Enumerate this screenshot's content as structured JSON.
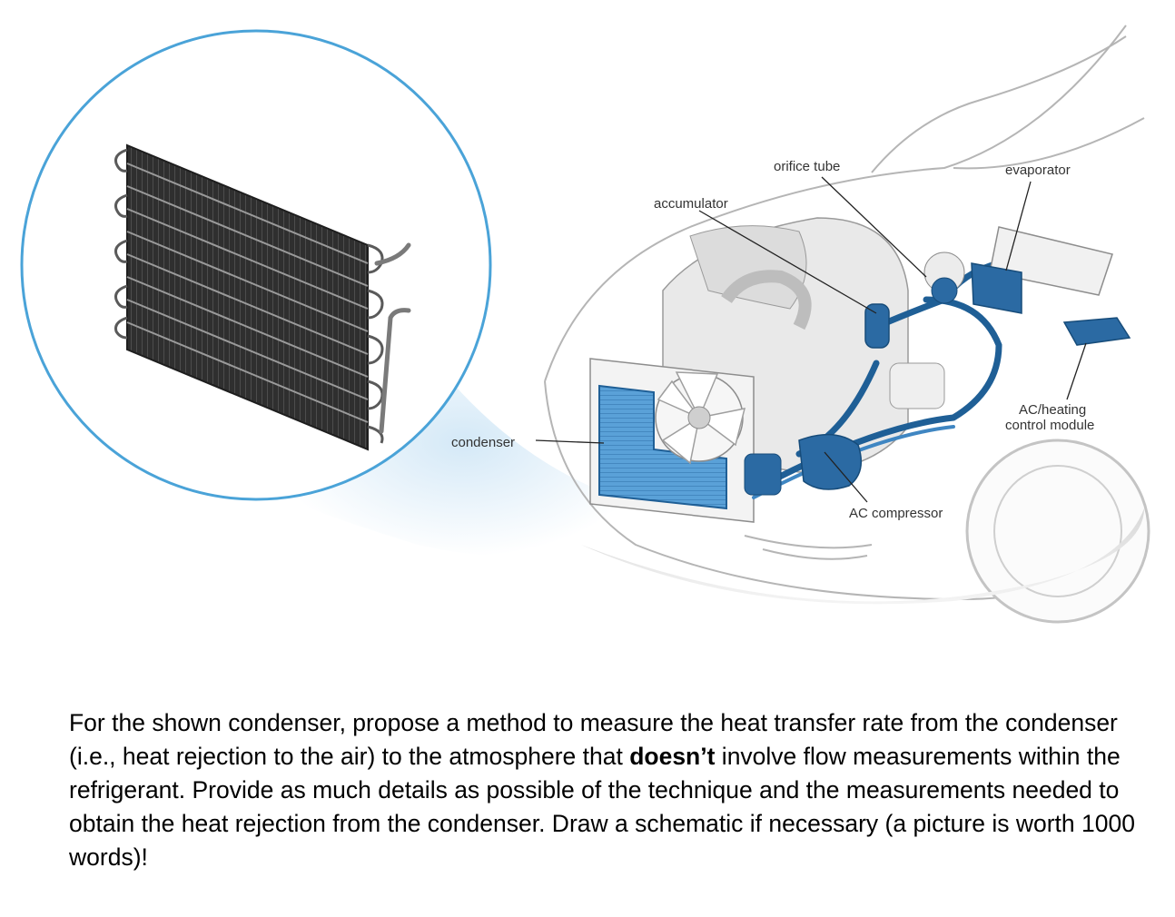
{
  "diagram": {
    "labels": {
      "orifice_tube": "orifice tube",
      "evaporator": "evaporator",
      "accumulator": "accumulator",
      "condenser": "condenser",
      "ac_heating_line1": "AC/heating",
      "ac_heating_line2": "control module",
      "ac_compressor": "AC compressor"
    },
    "colors": {
      "component_blue": "#3f86c2",
      "component_dark_blue": "#1f5f96",
      "circle_outline": "#4aa3d8",
      "condenser_dark": "#2a2a2a"
    }
  },
  "question": {
    "part1": "For the shown condenser, propose a method to measure the heat transfer rate from the condenser (i.e., heat rejection to the air) to the atmosphere that ",
    "bold": "doesn’t",
    "part2": " involve flow measurements within the refrigerant.   Provide as much details as possible of the technique and the measurements needed to obtain the heat rejection from the condenser.   Draw a schematic if necessary (a picture is worth 1000 words)!"
  }
}
